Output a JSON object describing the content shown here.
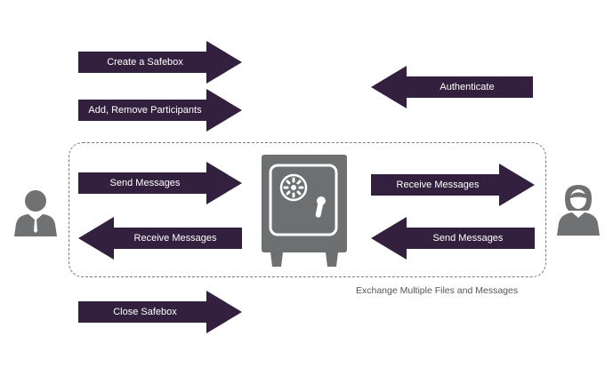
{
  "colors": {
    "arrow": "#33203f",
    "safe": "#6e6f71",
    "person": "#707173",
    "text": "#ffffff",
    "caption": "#555555"
  },
  "arrows": {
    "create_safebox": "Create a Safebox",
    "add_remove_participants": "Add, Remove Participants",
    "authenticate": "Authenticate",
    "send_messages_left": "Send Messages",
    "receive_messages_left": "Receive Messages",
    "receive_messages_right": "Receive Messages",
    "send_messages_right": "Send Messages",
    "close_safebox": "Close Safebox"
  },
  "exchange_caption": "Exchange Multiple Files and Messages",
  "icons": {
    "sender": "businessman-icon",
    "safe": "safe-icon",
    "recipient": "businesswoman-icon"
  }
}
